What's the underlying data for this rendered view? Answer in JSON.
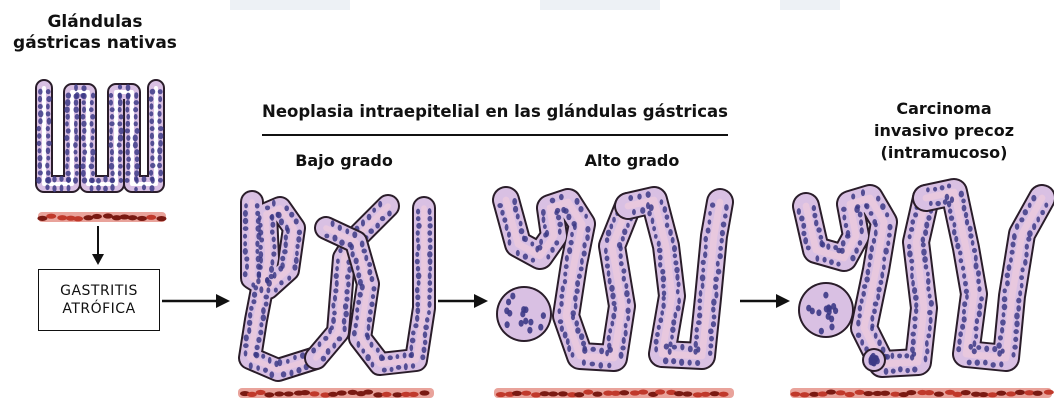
{
  "native": {
    "line1": "Glándulas",
    "line2": "gástricas nativas"
  },
  "gastritis_box": {
    "line1": "GASTRITIS",
    "line2": "ATRÓFICA"
  },
  "neoplasia_header": "Neoplasia intraepitelial en las glándulas gástricas",
  "low_grade": "Bajo grado",
  "high_grade": "Alto grado",
  "carcinoma": {
    "line1": "Carcinoma",
    "line2": "invasivo precoz",
    "line3": "(intramucoso)"
  },
  "colors": {
    "cell_fill": "#d9c0e3",
    "cell_stroke": "#7d5a96",
    "nucleus": "#3c3a86",
    "lumen": "#e8c8de",
    "basement": "#2a1d2a",
    "vessel": "#c0392b",
    "vessel_dark": "#7a1a12"
  }
}
